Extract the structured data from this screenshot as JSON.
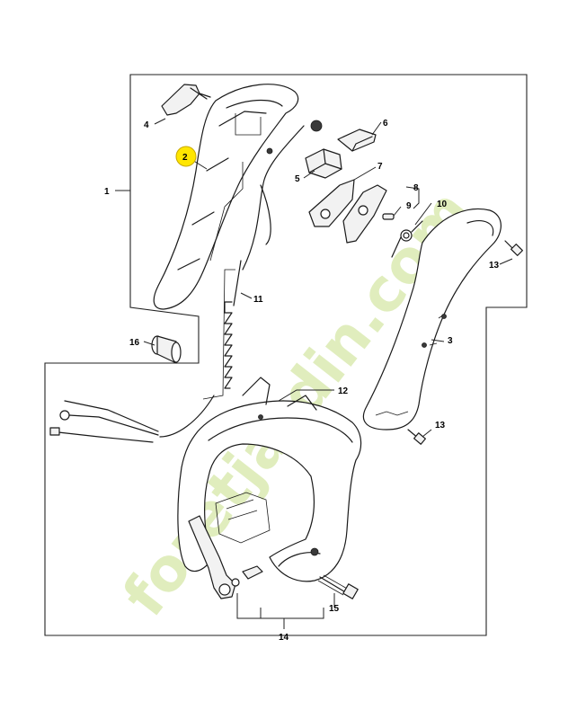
{
  "diagram": {
    "parts": [
      {
        "id": "p1",
        "label": "1"
      },
      {
        "id": "p2",
        "label": "2",
        "highlighted": true
      },
      {
        "id": "p3",
        "label": "3"
      },
      {
        "id": "p4",
        "label": "4"
      },
      {
        "id": "p5",
        "label": "5"
      },
      {
        "id": "p6",
        "label": "6"
      },
      {
        "id": "p7",
        "label": "7"
      },
      {
        "id": "p8",
        "label": "8"
      },
      {
        "id": "p9",
        "label": "9"
      },
      {
        "id": "p10",
        "label": "10"
      },
      {
        "id": "p11",
        "label": "11"
      },
      {
        "id": "p12",
        "label": "12"
      },
      {
        "id": "p13a",
        "label": "13"
      },
      {
        "id": "p13b",
        "label": "13"
      },
      {
        "id": "p14",
        "label": "14"
      },
      {
        "id": "p15",
        "label": "15"
      },
      {
        "id": "p16",
        "label": "16"
      }
    ],
    "highlight_color": "#ffe600",
    "watermark": "foretjardin.com"
  }
}
